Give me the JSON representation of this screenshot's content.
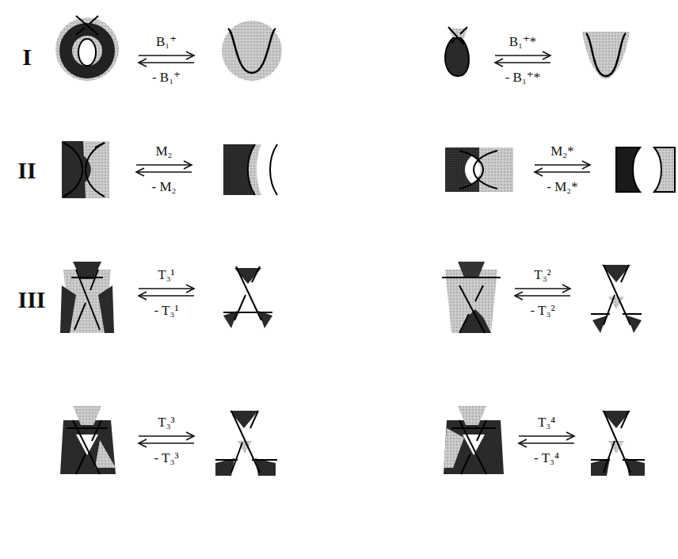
{
  "diagram": {
    "labels": [
      "I",
      "B₁⁺",
      "- B₁⁺",
      "B₁⁺*",
      "- B₁⁺*",
      "II",
      "M₂",
      "- M₂",
      "M₂*",
      "- M₂*",
      "III",
      "T₃¹",
      "- T₃¹",
      "T₃²",
      "- T₃²",
      "T₃³",
      "- T₃³",
      "T₃⁴",
      "- T₃⁴"
    ]
  }
}
